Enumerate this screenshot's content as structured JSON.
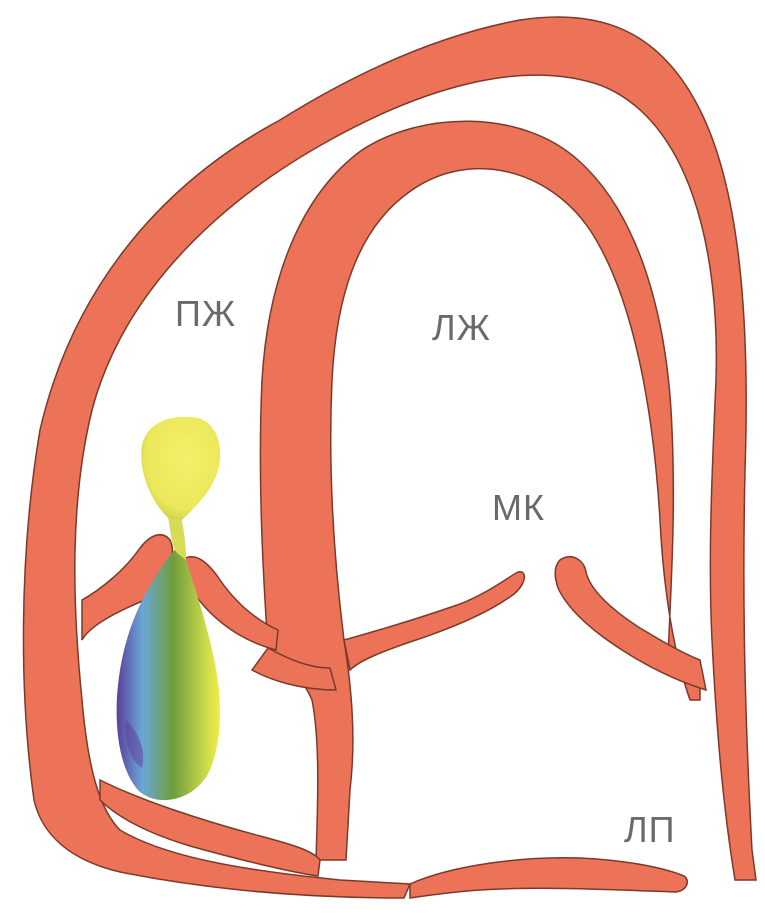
{
  "labels": {
    "right_ventricle": "ПЖ",
    "left_ventricle": "ЛЖ",
    "mitral_valve": "МК",
    "left_atrium": "ЛП"
  },
  "colors": {
    "muscle": "#EC7358",
    "muscle_edge": "#7a3a2a",
    "label_text": "#6a6a6a",
    "jet_yellow": "#f2ee48",
    "jet_green": "#6f9e3a",
    "jet_blue": "#6aa7d6",
    "jet_purple": "#5b3e9a"
  }
}
